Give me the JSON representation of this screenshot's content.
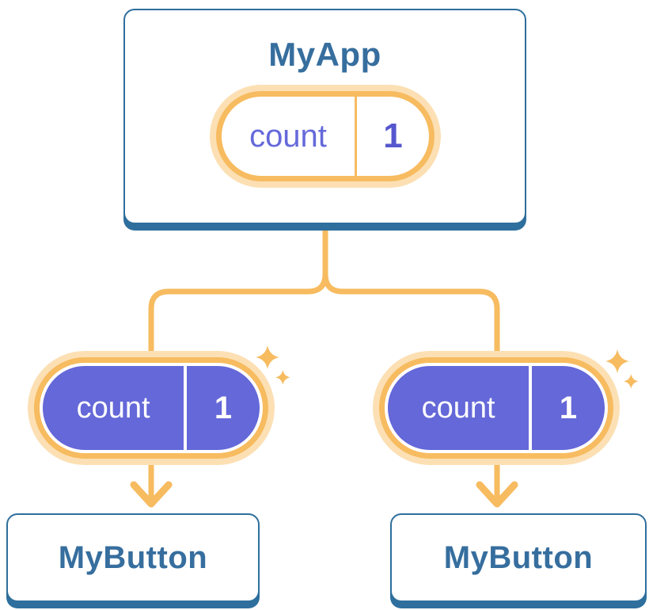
{
  "diagram": {
    "description": "React component tree sharing state",
    "tree": {
      "root": {
        "label": "MyApp",
        "state": {
          "name": "count",
          "value": "1"
        }
      },
      "children": [
        {
          "label": "MyButton",
          "prop": {
            "name": "count",
            "value": "1"
          }
        },
        {
          "label": "MyButton",
          "prop": {
            "name": "count",
            "value": "1"
          }
        }
      ]
    },
    "colors": {
      "card_border_blue": "#2E6F9D",
      "title_text_blue": "#366E9E",
      "connector_orange": "#F7BB60",
      "halo_pale_orange": "#FCE0B4",
      "pill_purple": "#6468D8",
      "state_label_purple": "#6569DA",
      "state_value_purple": "#5557CE"
    }
  }
}
